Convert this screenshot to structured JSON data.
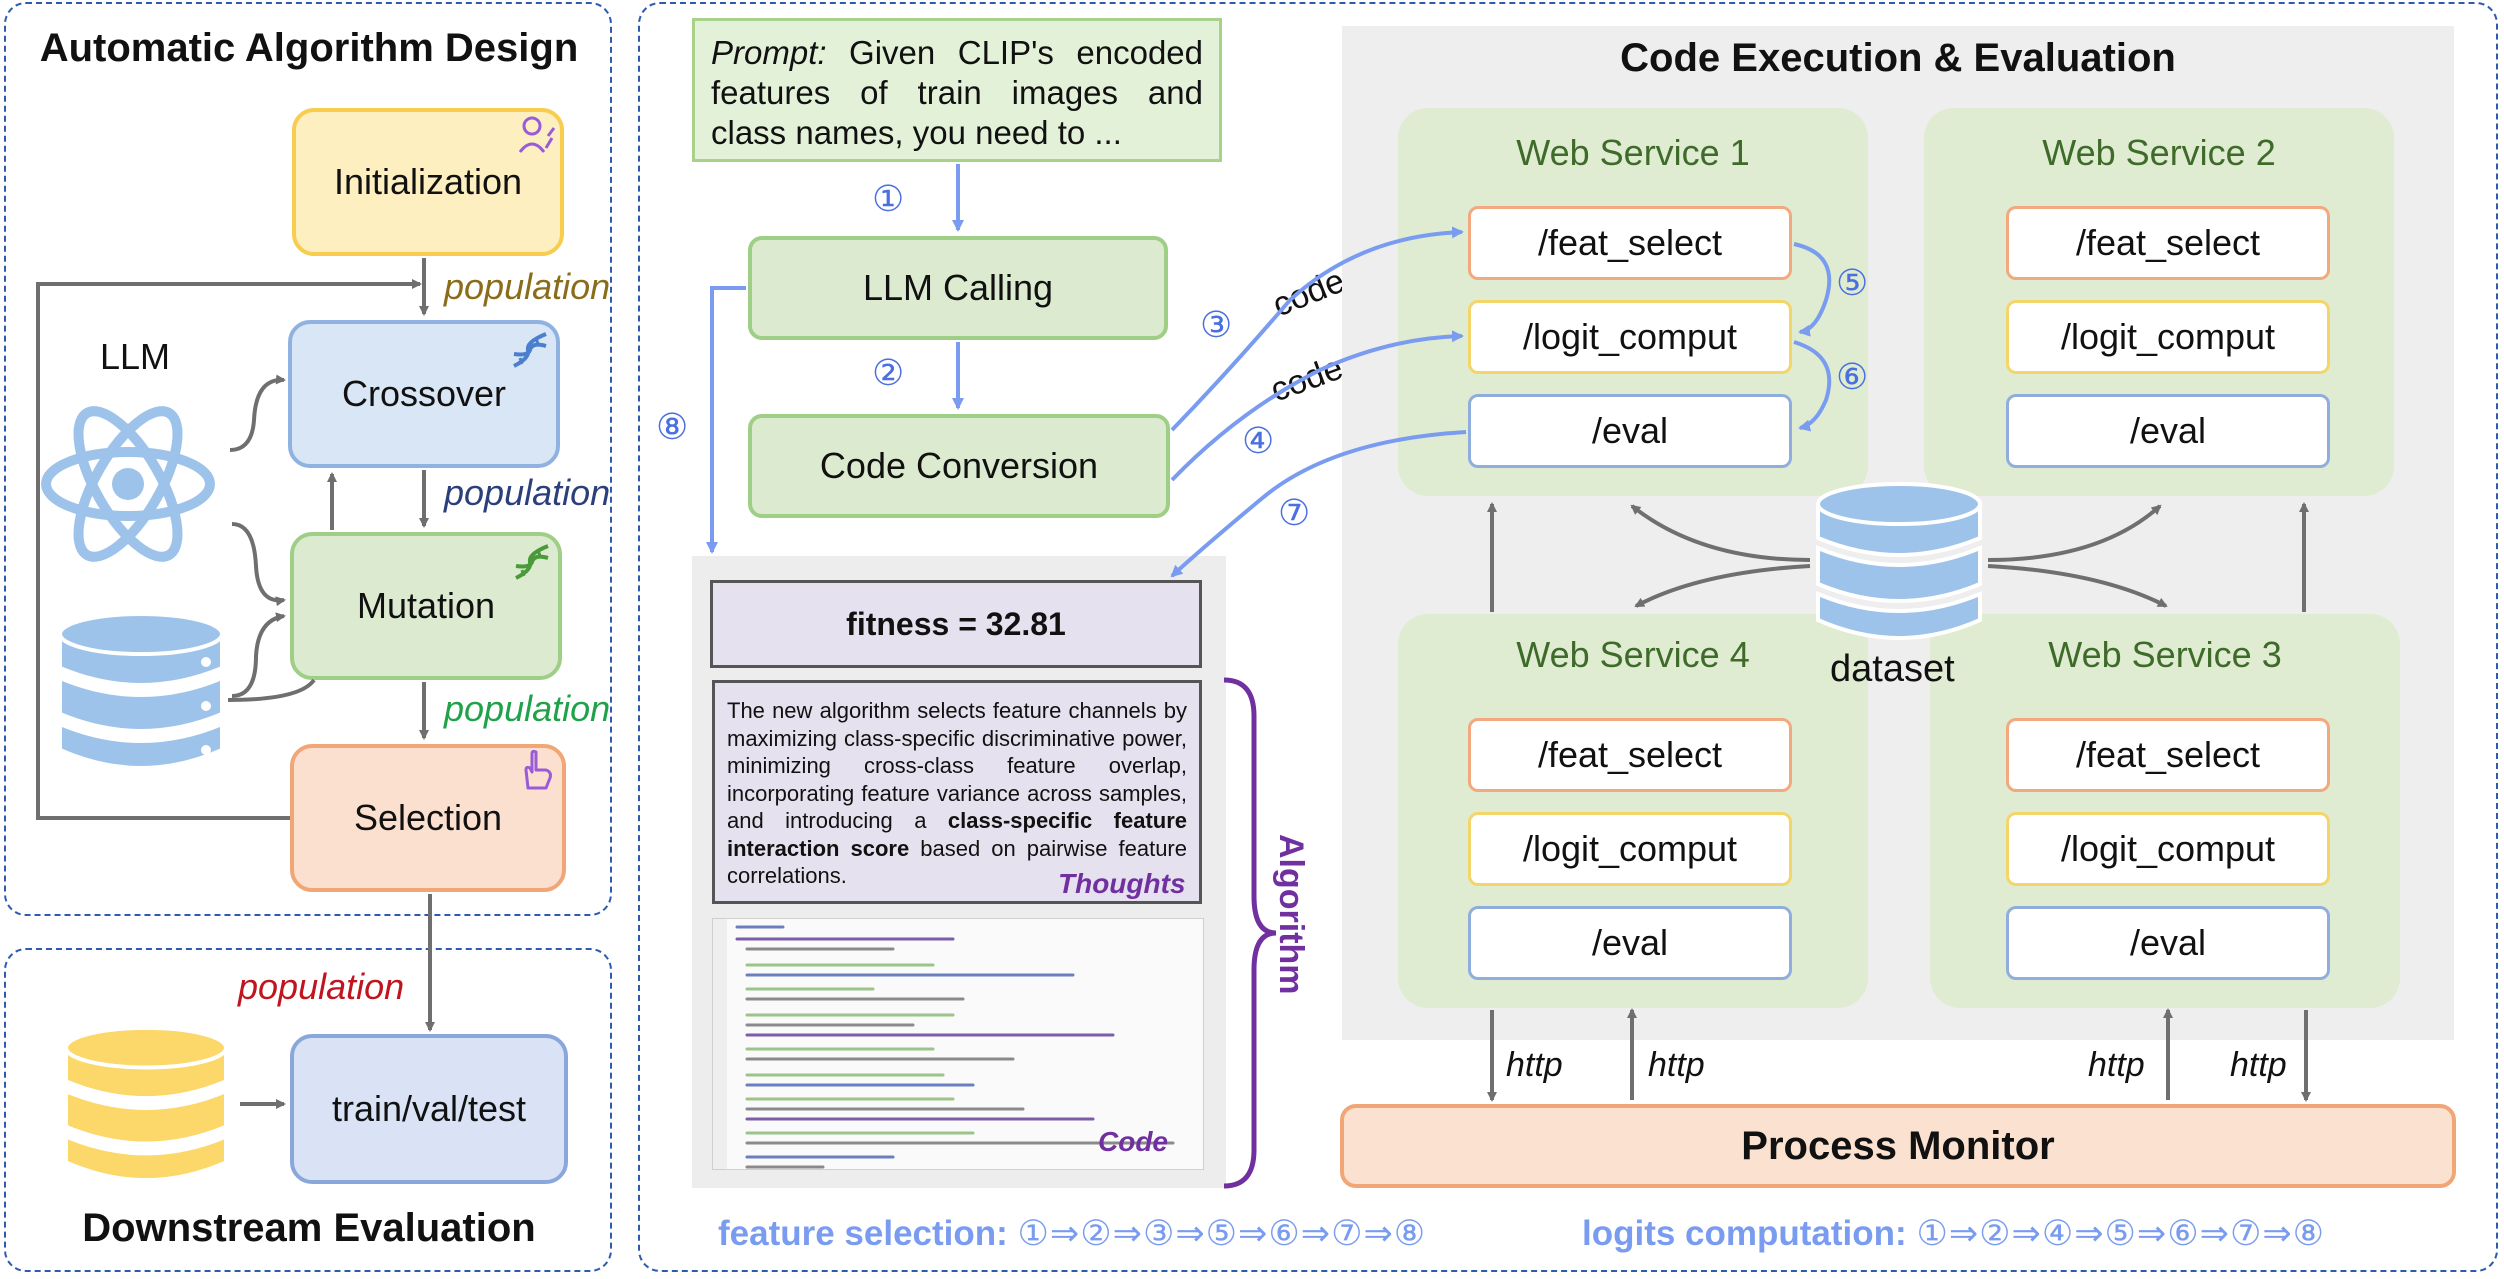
{
  "left": {
    "title": "Automatic Algorithm Design",
    "initialization": "Initialization",
    "crossover": "Crossover",
    "mutation": "Mutation",
    "selection": "Selection",
    "llm_label": "LLM",
    "population_1": "population",
    "population_2": "population",
    "population_3": "population"
  },
  "downstream": {
    "title": "Downstream Evaluation",
    "population": "population",
    "train_val_test": "train/val/test"
  },
  "middle": {
    "prompt_label": "Prompt:",
    "prompt_text": "Given CLIP's encoded features of train images and class names, you need to ...",
    "llm_calling": "LLM Calling",
    "code_conversion": "Code Conversion",
    "fitness": "fitness = 32.81",
    "thoughts_text_1": "The new algorithm selects feature channels by maximizing class-specific discriminative power, minimizing cross-class feature overlap, incorporating feature variance across samples, and introducing a ",
    "thoughts_bold": "class-specific feature interaction score",
    "thoughts_text_2": " based on pairwise feature correlations.",
    "thoughts_label": "Thoughts",
    "code_label": "Code",
    "algorithm_label": "Algorithm",
    "code_word_1": "code",
    "code_word_2": "code",
    "steps": [
      "①",
      "②",
      "③",
      "④",
      "⑦",
      "⑧"
    ]
  },
  "right": {
    "title": "Code Execution & Evaluation",
    "services": [
      {
        "name": "Web Service 1",
        "endpoints": [
          "/feat_select",
          "/logit_comput",
          "/eval"
        ]
      },
      {
        "name": "Web Service 2",
        "endpoints": [
          "/feat_select",
          "/logit_comput",
          "/eval"
        ]
      },
      {
        "name": "Web Service 4",
        "endpoints": [
          "/feat_select",
          "/logit_comput",
          "/eval"
        ]
      },
      {
        "name": "Web Service 3",
        "endpoints": [
          "/feat_select",
          "/logit_comput",
          "/eval"
        ]
      }
    ],
    "step5": "⑤",
    "step6": "⑥",
    "dataset": "dataset",
    "process_monitor": "Process Monitor",
    "http": [
      "http",
      "http",
      "http",
      "http"
    ]
  },
  "bottom": {
    "feature_selection_label": "feature selection:",
    "feature_selection_seq": "①⇒②⇒③⇒⑤⇒⑥⇒⑦⇒⑧",
    "logits_label": "logits computation:",
    "logits_seq": "①⇒②⇒④⇒⑤⇒⑥⇒⑦⇒⑧"
  },
  "colors": {
    "init_fill": "#fdefbf",
    "init_border": "#f7cc4f",
    "cross_fill": "#d9e6f5",
    "cross_border": "#8fb2e0",
    "mut_fill": "#dcebd0",
    "mut_border": "#9fce86",
    "sel_fill": "#fbe0cf",
    "sel_border": "#f1a678",
    "monitor_fill": "#fbe2d0",
    "monitor_border": "#f1a678",
    "dash": "#2e5bb0",
    "arrow_blue": "#7a9cf0"
  },
  "icons": [
    "user-icon",
    "dna-icon",
    "dna-icon",
    "pointer-icon",
    "atom-icon",
    "database-icon"
  ]
}
